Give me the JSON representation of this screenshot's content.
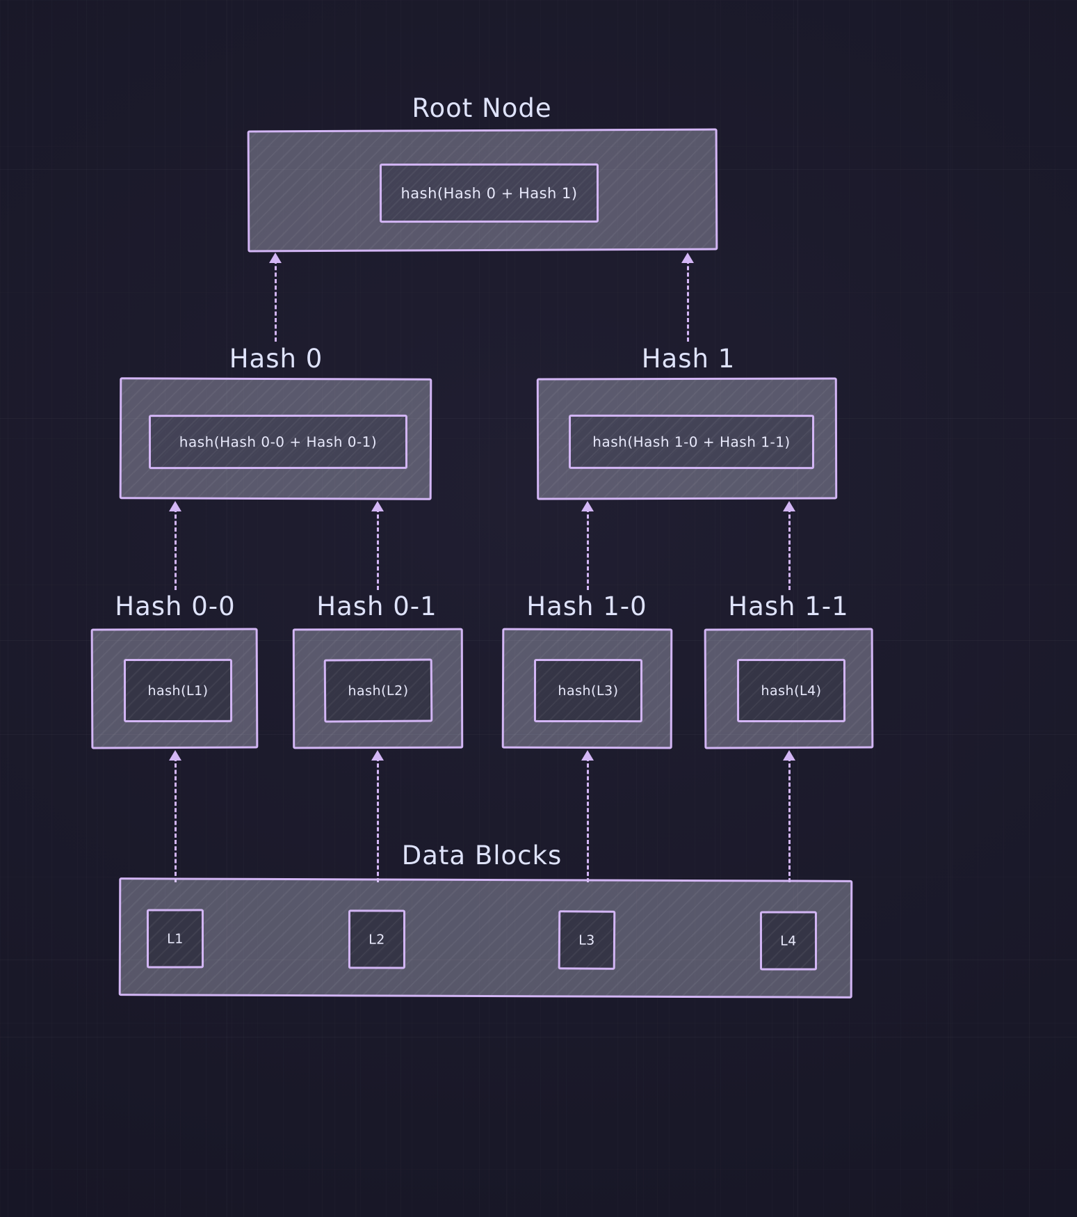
{
  "diagram": {
    "title_hidden": "Merkle Tree",
    "accent_color": "#d3b6f5",
    "background_color": "#1b1a2a",
    "text_color": "#e8e9fb",
    "captions": {
      "root": "Root Node",
      "hash0": "Hash 0",
      "hash1": "Hash 1",
      "hash00": "Hash 0-0",
      "hash01": "Hash 0-1",
      "hash10": "Hash 1-0",
      "hash11": "Hash 1-1",
      "data_blocks": "Data Blocks"
    },
    "nodes": {
      "root": {
        "inner_label": "hash(Hash 0 + Hash 1)"
      },
      "hash0": {
        "inner_label": "hash(Hash 0-0 + Hash 0-1)"
      },
      "hash1": {
        "inner_label": "hash(Hash 1-0 + Hash 1-1)"
      },
      "hash00": {
        "inner_label": "hash(L1)"
      },
      "hash01": {
        "inner_label": "hash(L2)"
      },
      "hash10": {
        "inner_label": "hash(L3)"
      },
      "hash11": {
        "inner_label": "hash(L4)"
      }
    },
    "data_blocks": [
      {
        "label": "L1"
      },
      {
        "label": "L2"
      },
      {
        "label": "L3"
      },
      {
        "label": "L4"
      }
    ]
  }
}
